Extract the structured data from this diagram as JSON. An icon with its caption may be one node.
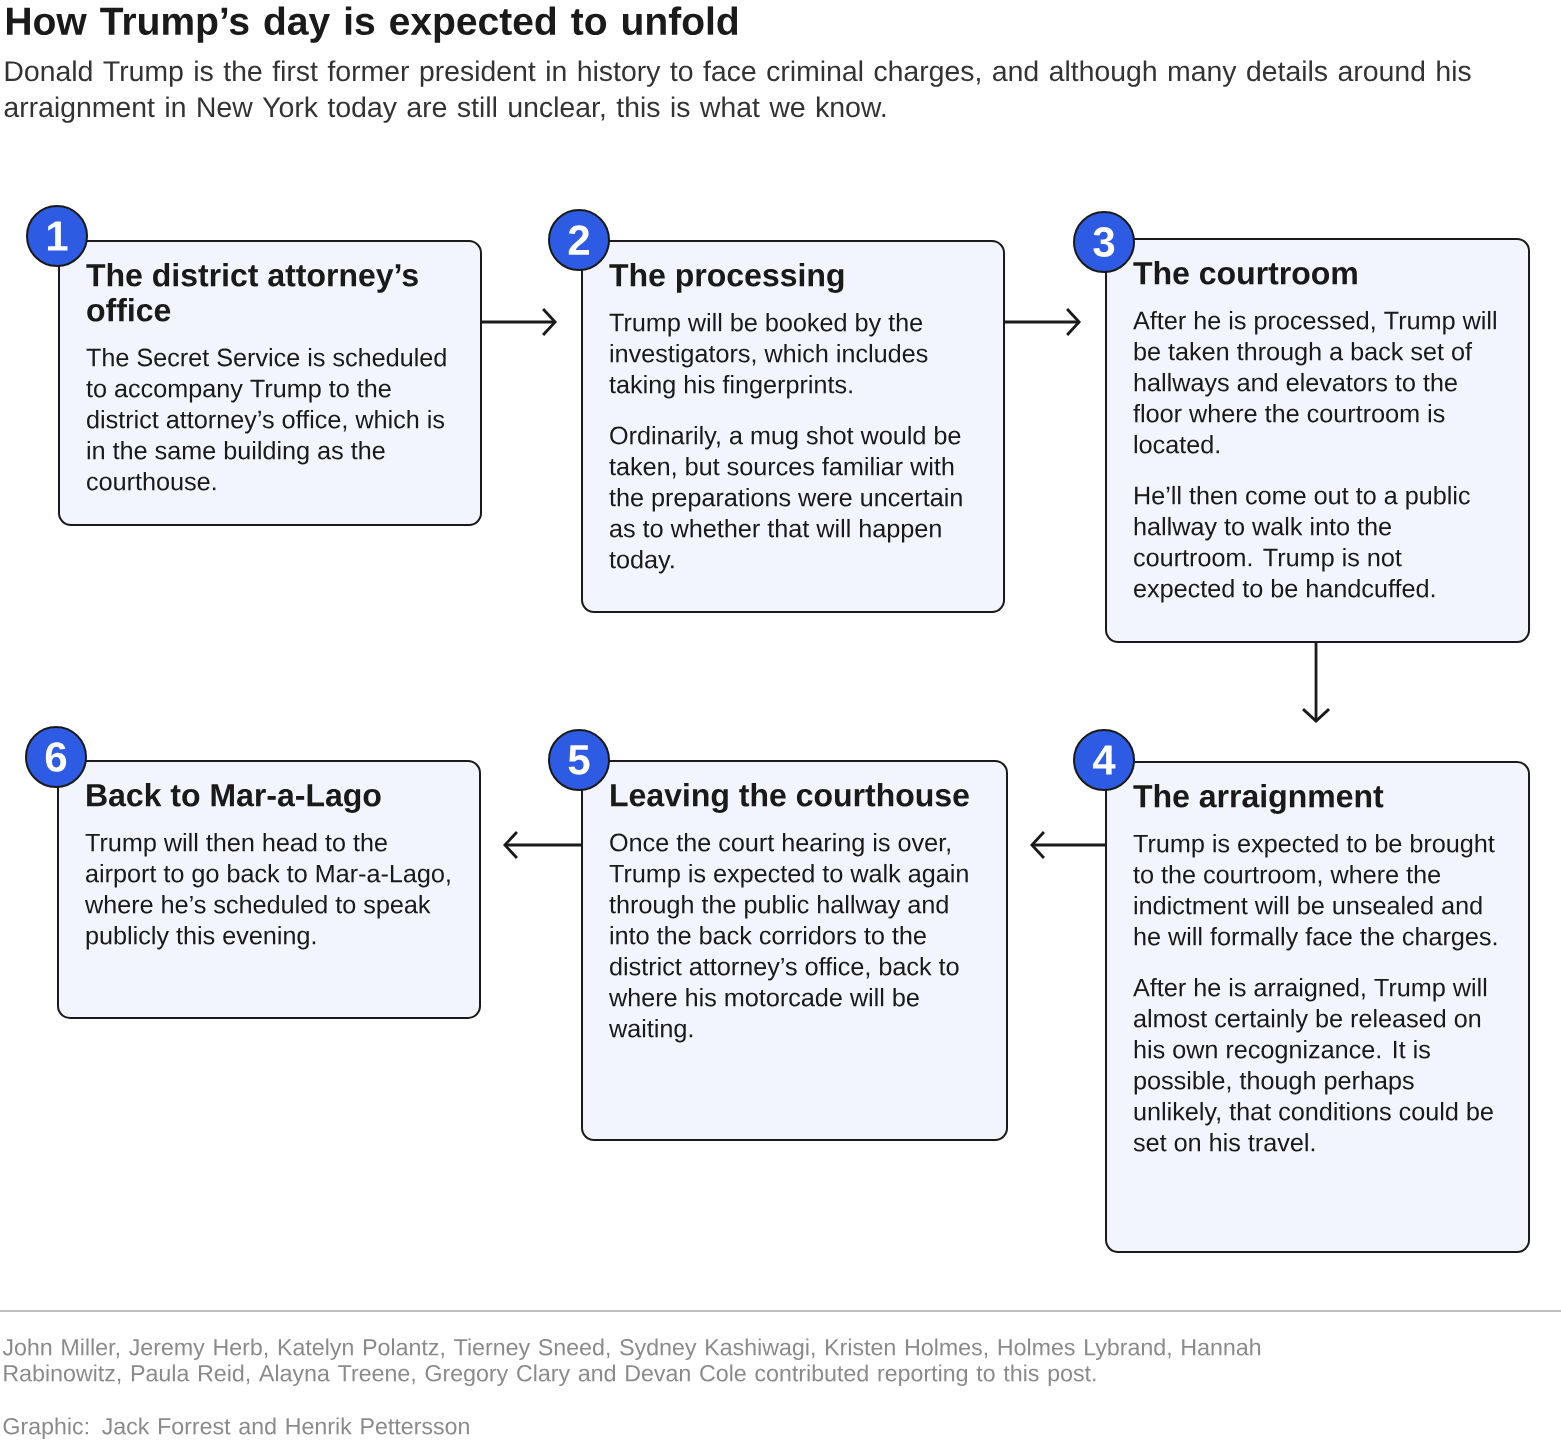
{
  "diagram": {
    "title": "How Trump’s day is expected to unfold",
    "caption": "Donald Trump is the first former president in history to face criminal charges, and although many details around his arraignment in New York today are still unclear, this is what we know.",
    "nodes": [
      {
        "text": [
          "1",
          "The district attorney’s office",
          "The Secret Service is scheduled to accompany Trump to the district attorney’s office, which is in the same building as the courthouse."
        ]
      },
      {
        "text": [
          "2",
          "The processing",
          "Trump will be booked by the investigators, which includes taking his fingerprints.",
          "Ordinarily, a mug shot would be taken, but sources familiar with the preparations were uncertain as to whether that will happen today."
        ]
      },
      {
        "text": [
          "3",
          "The courtroom",
          "After he is processed, Trump will be taken through a back set of hallways and elevators to the floor where the courtroom is located.",
          "He’ll then come out to a public hallway to walk into the courtroom. Trump is not expected to be handcuffed."
        ]
      },
      {
        "text": [
          "4",
          "The arraignment",
          "Trump is expected to be brought to the courtroom, where the indictment will be unsealed and he will formally face the charges.",
          "After he is arraigned, Trump will almost certainly be released on his own recognizance. It is possible, though perhaps unlikely, that conditions could be set on his travel."
        ]
      },
      {
        "text": [
          "5",
          "Leaving the courthouse",
          "Once the court hearing is over, Trump is expected to walk again through the public hallway and into the back corridors to the district attorney’s office, back to where his motorcade will be waiting."
        ]
      },
      {
        "text": [
          "6",
          "Back to Mar-a-Lago",
          "Trump will then head to the airport to go back to Mar-a-Lago, where he’s scheduled to speak publicly this evening."
        ]
      }
    ],
    "edges": [
      {
        "from": 0,
        "to": 1,
        "arrow": "to"
      },
      {
        "from": 1,
        "to": 2,
        "arrow": "to"
      },
      {
        "from": 2,
        "to": 3,
        "arrow": "to"
      },
      {
        "from": 3,
        "to": 4,
        "arrow": "to"
      },
      {
        "from": 4,
        "to": 5,
        "arrow": "to"
      }
    ],
    "labels": [
      "John Miller, Jeremy Herb, Katelyn Polantz, Tierney Sneed, Sydney Kashiwagi, Kristen Holmes, Holmes Lybrand, Hannah Rabinowitz, Paula Reid, Alayna Treene, Gregory Clary and Devan Cole contributed reporting to this post.",
      "Graphic: Jack Forrest and Henrik Pettersson"
    ]
  }
}
